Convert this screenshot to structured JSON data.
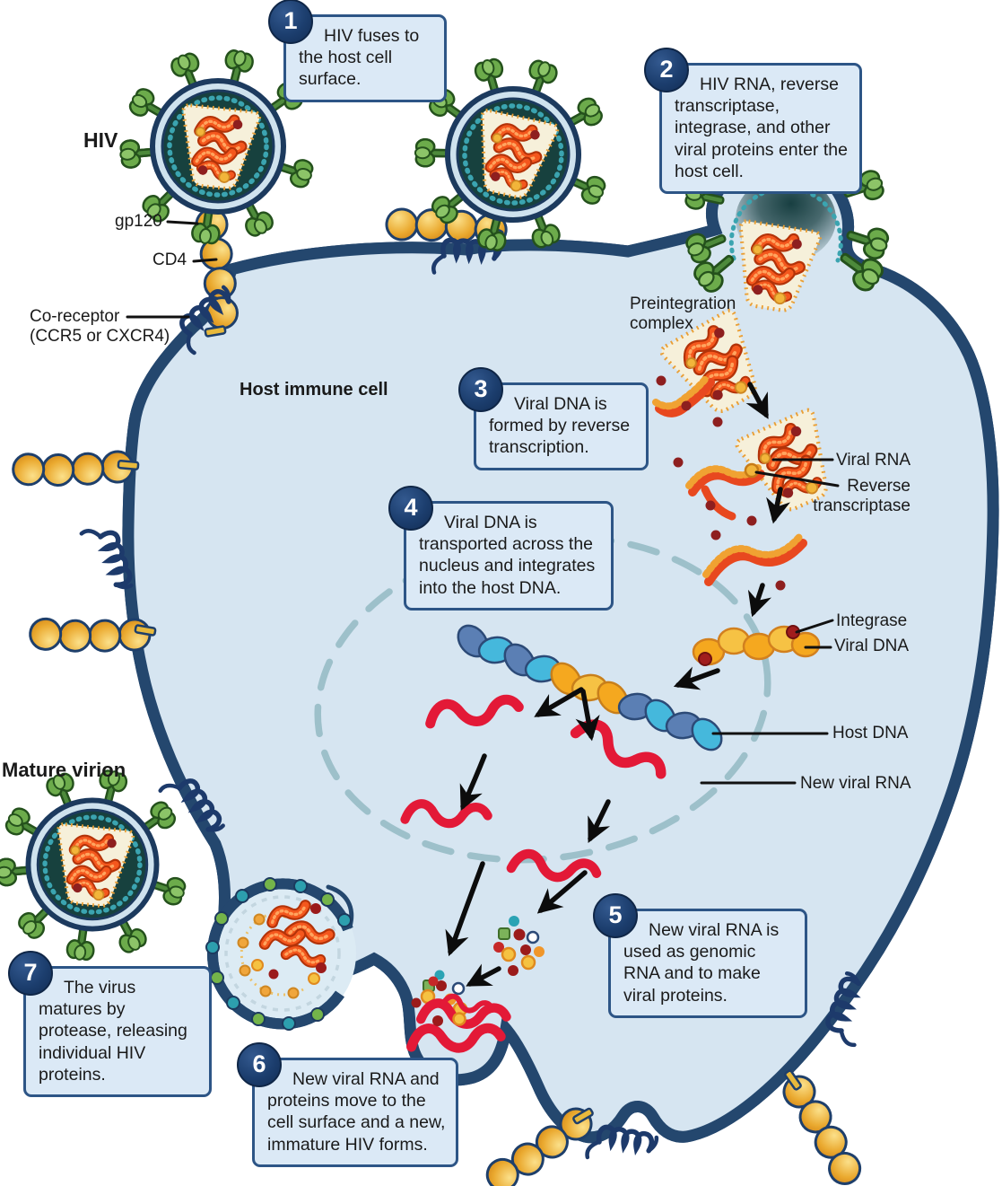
{
  "steps": [
    {
      "number": "1",
      "text": "HIV fuses to the host cell surface."
    },
    {
      "number": "2",
      "text": "HIV RNA, reverse transcriptase, integrase, and other viral proteins enter the host cell."
    },
    {
      "number": "3",
      "text": "Viral DNA is formed by reverse transcription."
    },
    {
      "number": "4",
      "text": "Viral DNA is transported across the nucleus and integrates into the host DNA."
    },
    {
      "number": "5",
      "text": "New viral RNA is used as genomic RNA and to make viral proteins."
    },
    {
      "number": "6",
      "text": "New viral RNA and proteins move to the cell surface and a new, immature HIV forms."
    },
    {
      "number": "7",
      "text": "The virus matures by protease, releasing individual HIV proteins."
    }
  ],
  "labels": {
    "hiv": "HIV",
    "gp120": "gp120",
    "cd4": "CD4",
    "coreceptor_line1": "Co-receptor",
    "coreceptor_line2": "(CCR5 or CXCR4)",
    "host_immune_cell": "Host immune cell",
    "mature_virion": "Mature virion",
    "preintegration_line1": "Preintegration",
    "preintegration_line2": "complex",
    "viral_rna": "Viral RNA",
    "reverse_transcriptase_line1": "Reverse",
    "reverse_transcriptase_line2": "transcriptase",
    "integrase": "Integrase",
    "viral_dna": "Viral DNA",
    "host_dna": "Host DNA",
    "new_viral_rna": "New viral RNA"
  },
  "colors": {
    "cell_fill": "#d6e5f1",
    "membrane_band": "#9cb6c6",
    "membrane_edge": "#24476e",
    "callout_bg": "#dbe9f6",
    "callout_border": "#2d5586",
    "badge": "#1c3e6e",
    "spike_green": "#6cab4b",
    "capsid_cream": "#f6f0da",
    "capsid_border": "#ea9f35",
    "rna_red": "#f4571d",
    "viral_dna_gold": "#f5a81f",
    "host_dna_cyan": "#45b8dc",
    "host_dna_slate": "#5b7fb4",
    "new_rna_red": "#e31937",
    "bead_gold": "#eebd45",
    "dark_red_dot": "#8e1f1f",
    "nucleus_dash": "#9dc0ca",
    "virion_core": "#17413e"
  }
}
